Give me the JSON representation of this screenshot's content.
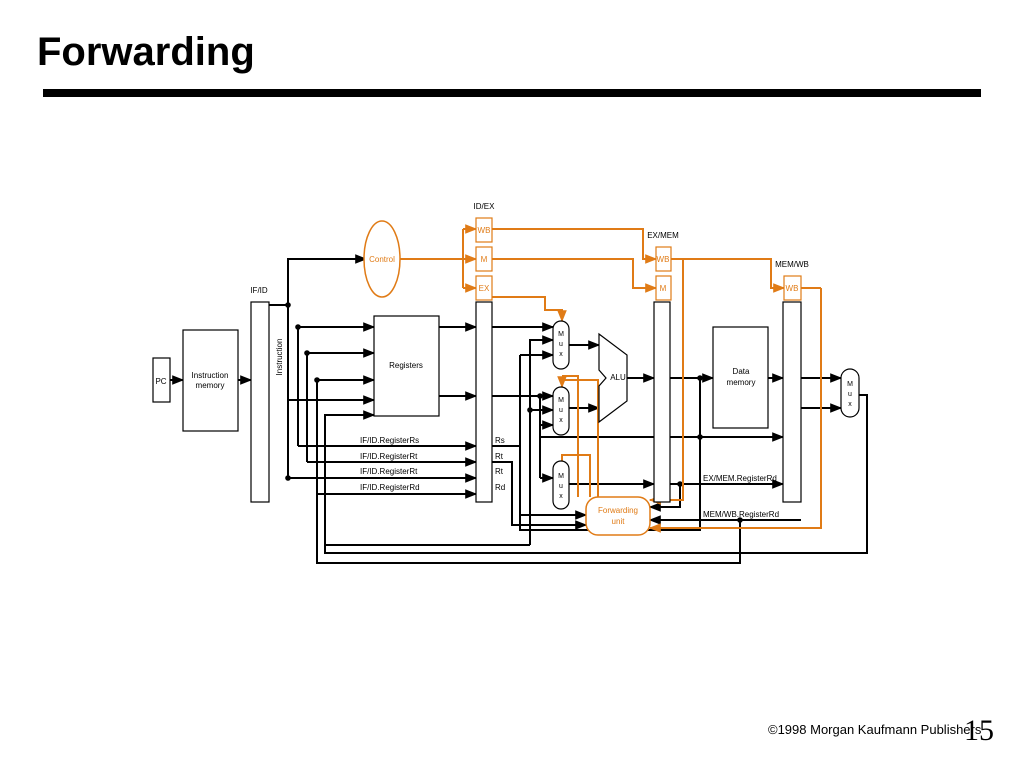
{
  "slide": {
    "title": "Forwarding",
    "footer": "©1998 Morgan Kaufmann Publishers",
    "page_number": "15"
  },
  "colors": {
    "ink": "#000000",
    "control_path": "#e07b16"
  },
  "diagram": {
    "pc": "PC",
    "instruction_memory": [
      "Instruction",
      "memory"
    ],
    "if_id": "IF/ID",
    "instruction": "Instruction",
    "control": "Control",
    "registers": "Registers",
    "id_ex": "ID/EX",
    "ex_mem": "EX/MEM",
    "mem_wb": "MEM/WB",
    "wb": "WB",
    "m": "M",
    "ex": "EX",
    "mux": [
      "M",
      "u",
      "x"
    ],
    "alu": "ALU",
    "data_memory": [
      "Data",
      "memory"
    ],
    "forwarding_unit": [
      "Forwarding",
      "unit"
    ],
    "fields": {
      "rs_label": "IF/ID.RegisterRs",
      "rt_label_1": "IF/ID.RegisterRt",
      "rt_label_2": "IF/ID.RegisterRt",
      "rd_label": "IF/ID.RegisterRd",
      "rs": "Rs",
      "rt_1": "Rt",
      "rt_2": "Rt",
      "rd": "Rd"
    },
    "ex_mem_registerrd": "EX/MEM.RegisterRd",
    "mem_wb_registerrd": "MEM/WB.RegisterRd"
  }
}
